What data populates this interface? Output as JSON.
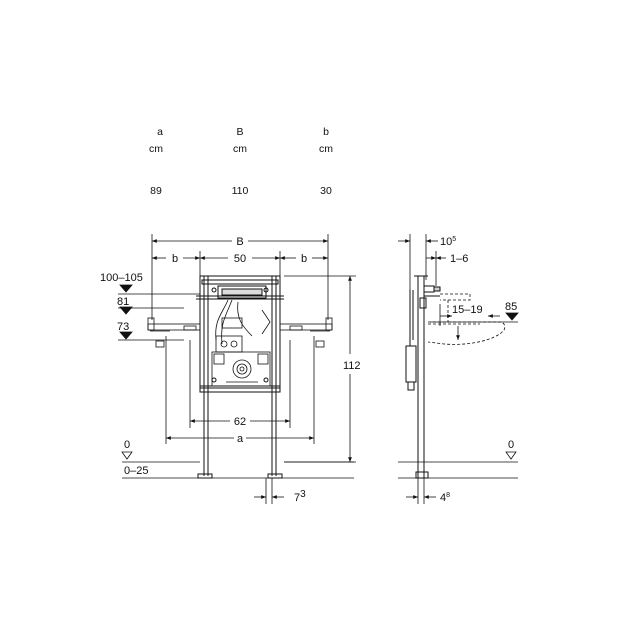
{
  "table": {
    "columns": [
      {
        "header": "a",
        "unit": "cm",
        "value": "89"
      },
      {
        "header": "B",
        "unit": "cm",
        "value": "110"
      },
      {
        "header": "b",
        "unit": "cm",
        "value": "30"
      }
    ]
  },
  "front_view": {
    "dim_B": "B",
    "dim_b_left": "b",
    "dim_50": "50",
    "dim_b_right": "b",
    "height_100_105": "100–105",
    "height_81": "81",
    "height_73": "73",
    "height_112": "112",
    "dim_62": "62",
    "dim_a": "a",
    "floor_0": "0",
    "floor_0_25": "0–25",
    "dim_7": "7",
    "dim_7_sup": "3"
  },
  "side_view": {
    "dim_10": "10",
    "dim_10_sup": "5",
    "dim_1_6": "1–6",
    "dim_15_19": "15–19",
    "height_85": "85",
    "floor_0": "0",
    "dim_4": "4",
    "dim_4_sup": "8"
  }
}
